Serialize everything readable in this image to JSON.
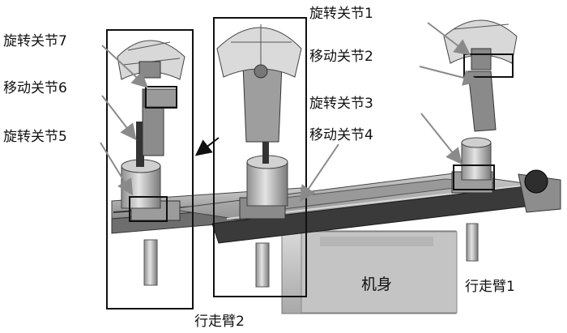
{
  "labels": {
    "rot_joint_1": "旋转关节1",
    "move_joint_2": "移动关节2",
    "rot_joint_3": "旋转关节3",
    "move_joint_4": "移动关节4",
    "rot_joint_5": "旋转关节5",
    "move_joint_6": "移动关节6",
    "rot_joint_7": "旋转关节7",
    "body": "机身",
    "arm_1": "行走臂1",
    "arm_2": "行走臂2"
  },
  "colors": {
    "metal_light": "#d6d6d6",
    "metal_mid": "#a9a9a9",
    "metal_dark": "#5e5e5e",
    "rail_dark": "#3a3a3a",
    "outline": "#1a1a1a"
  }
}
